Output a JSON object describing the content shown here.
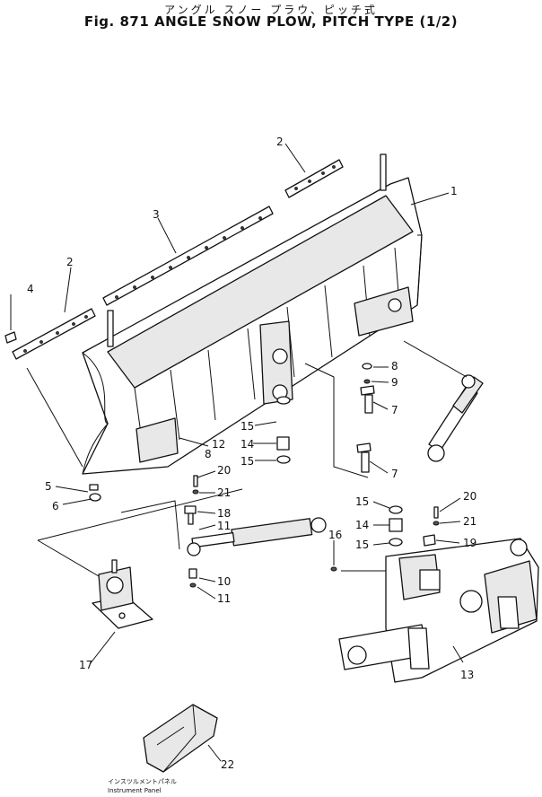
{
  "title_jp": "アングル スノー プラウ、ピッチ式",
  "title_en": "Fig. 871  ANGLE SNOW PLOW, PITCH TYPE (1/2)",
  "callouts": {
    "c1": "1",
    "c2a": "2",
    "c2b": "2",
    "c3": "3",
    "c4": "4",
    "c5": "5",
    "c6": "6",
    "c7a": "7",
    "c7b": "7",
    "c8a": "8",
    "c8b": "8",
    "c9": "9",
    "c10": "10",
    "c11a": "11",
    "c11b": "11",
    "c12": "12",
    "c13": "13",
    "c14a": "14",
    "c14b": "14",
    "c15a": "15",
    "c15b": "15",
    "c15c": "15",
    "c15d": "15",
    "c16": "16",
    "c17": "17",
    "c18": "18",
    "c19": "19",
    "c20a": "20",
    "c20b": "20",
    "c21a": "21",
    "c21b": "21",
    "c22": "22"
  },
  "panel_caption_jp": "インスツルメントパネル",
  "panel_caption_en": "Instrument  Panel"
}
